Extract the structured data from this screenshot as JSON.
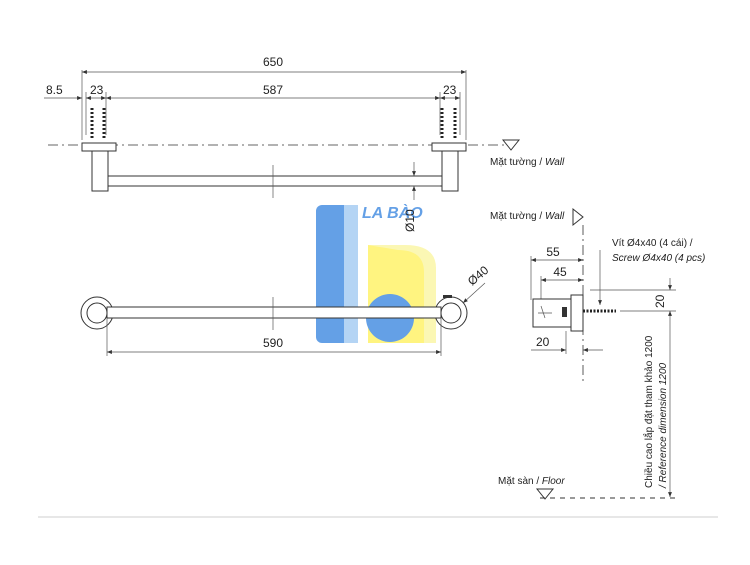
{
  "front_view": {
    "total_length": "650",
    "edge_offset": "8.5",
    "bracket_left": "23",
    "inner_span": "587",
    "bracket_right": "23",
    "wall_label": "Mặt tường / ",
    "wall_label_en": "Wall",
    "bar_diameter": "Ø10"
  },
  "top_view": {
    "bar_length": "590",
    "rosette_diameter": "Ø40"
  },
  "side_view": {
    "wall_label": "Mặt tường / ",
    "wall_label_en": "Wall",
    "depth_total": "55",
    "depth_inner": "45",
    "base_offset": "20",
    "height_small": "20",
    "screw_label": "Vít Ø4x40 (4 cái) /",
    "screw_label_en": "Screw Ø4x40 (4 pcs)",
    "ref_height_vi": "Chiều cao lắp đặt tham khảo 1200",
    "ref_height_en": "/ Reference dimension 1200",
    "floor_label": "Mặt sàn / ",
    "floor_label_en": "Floor"
  },
  "watermark": {
    "text": "LA BÀO",
    "colors": {
      "blue": "#4a90e2",
      "light_blue": "#a8cdf3",
      "yellow": "#fff36b",
      "light_yellow": "#fbf6a8"
    }
  }
}
